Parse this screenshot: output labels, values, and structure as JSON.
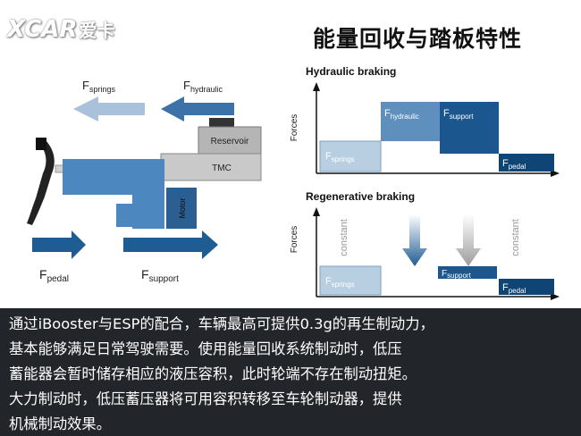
{
  "logo": {
    "brand": "XCAR",
    "cn": "爱卡"
  },
  "title": "能量回收与踏板特性",
  "mechanism": {
    "f_springs": {
      "base": "F",
      "sub": "springs"
    },
    "f_hydraulic": {
      "base": "F",
      "sub": "hydraulic"
    },
    "f_pedal": {
      "base": "F",
      "sub": "pedal"
    },
    "f_support": {
      "base": "F",
      "sub": "support"
    },
    "reservoir": "Reservoir",
    "tmc": "TMC",
    "motor": "Motor"
  },
  "hydraulic_chart": {
    "title": "Hydraulic braking",
    "ylabel": "Forces",
    "blocks": [
      {
        "base": "F",
        "sub": "springs"
      },
      {
        "base": "F",
        "sub": "hydraulic"
      },
      {
        "base": "F",
        "sub": "support"
      },
      {
        "base": "F",
        "sub": "pedal"
      }
    ]
  },
  "regen_chart": {
    "title": "Regenerative braking",
    "ylabel": "Forces",
    "constant_left": "constant",
    "constant_right": "constant",
    "blocks": [
      {
        "base": "F",
        "sub": "springs"
      },
      {
        "base": "F",
        "sub": "support"
      },
      {
        "base": "F",
        "sub": "pedal"
      }
    ]
  },
  "colors": {
    "light_blue": "#b8cfe2",
    "mid_blue": "#5e8fbd",
    "dark_blue": "#0e4574",
    "arrow_blue": "#1f5c92",
    "arrow_light": "#a9c1da",
    "caption_bg": "#222529"
  },
  "caption": [
    "通过iBooster与ESP的配合，车辆最高可提供0.3g的再生制动力，",
    "基本能够满足日常驾驶需要。使用能量回收系统制动时，低压",
    "蓄能器会暂时储存相应的液压容积，此时轮端不存在制动扭矩。",
    "大力制动时，低压蓄压器将可用容积转移至车轮制动器，提供",
    "机械制动效果。"
  ]
}
